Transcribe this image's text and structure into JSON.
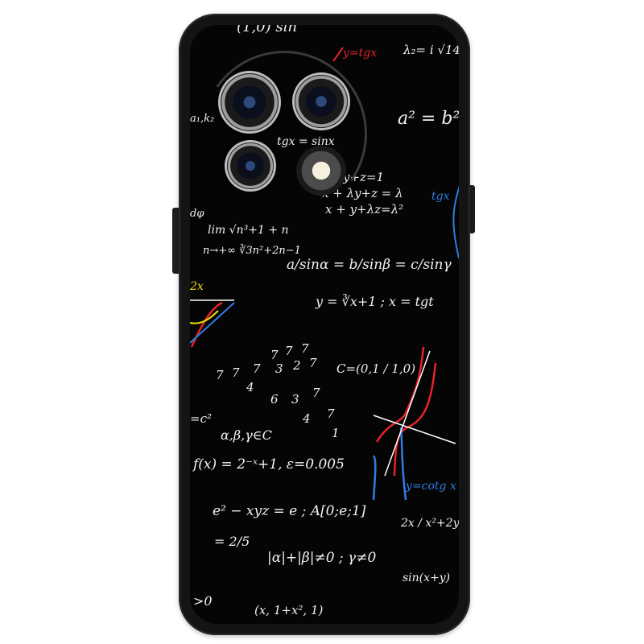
{
  "product": {
    "equations": [
      {
        "text": "(1,0) sin",
        "color": "white"
      },
      {
        "text": "y=tgx",
        "color": "red"
      },
      {
        "text": "λ₂= i √14",
        "color": "white"
      },
      {
        "text": "a² = b²",
        "color": "white"
      },
      {
        "text": "tgx = sinx",
        "color": "white"
      },
      {
        "text": "y+z=1",
        "color": "white"
      },
      {
        "text": "x + λy+z = λ",
        "color": "white"
      },
      {
        "text": "x + y+λz=λ²",
        "color": "white"
      },
      {
        "text": "lim √n³+1 + n",
        "color": "white"
      },
      {
        "text": "n→+∞ ∛3n²+2n−1",
        "color": "white"
      },
      {
        "text": "a/sinα = b/sinβ = c/sinγ",
        "color": "white"
      },
      {
        "text": "y = ∛x+1  ; x = tgt",
        "color": "white"
      },
      {
        "text": "C=(0,1 / 1,0)",
        "color": "white"
      },
      {
        "text": "α,β,γ∈C",
        "color": "white"
      },
      {
        "text": "f(x) = 2⁻ˣ+1, ε=0.005",
        "color": "white"
      },
      {
        "text": "e² − xyz = e ; A[0;e;1]",
        "color": "white"
      },
      {
        "text": "2x / x²+2y²",
        "color": "white"
      },
      {
        "text": "|α|+|β|≠0 ; γ≠0",
        "color": "white"
      },
      {
        "text": "sin(x+y)",
        "color": "white"
      },
      {
        "text": "y=cotg x",
        "color": "blue"
      },
      {
        "text": "tgx",
        "color": "blue"
      },
      {
        "text": "2x",
        "color": "yellow"
      },
      {
        "text": "= 2/5",
        "color": "white"
      },
      {
        "text": ">0",
        "color": "white"
      },
      {
        "text": "(x, 1+x², 1)",
        "color": "white"
      },
      {
        "text": "a₁,k₂",
        "color": "white"
      },
      {
        "text": "dφ",
        "color": "white"
      },
      {
        "text": "=c²",
        "color": "white"
      }
    ],
    "colors": {
      "case": "#141414",
      "print_background": "#050505",
      "chalk": "#f2f2f2",
      "red": "#e8222b",
      "blue": "#2f7de0",
      "yellow": "#f4e200"
    }
  }
}
